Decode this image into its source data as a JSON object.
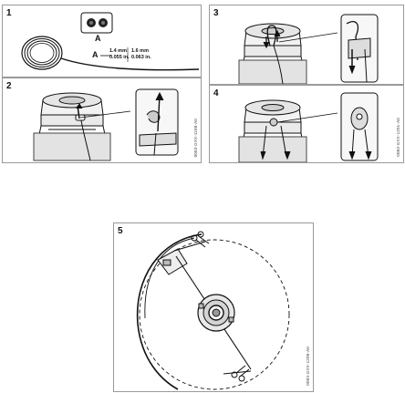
{
  "panels": [
    {
      "number": "1",
      "code": ""
    },
    {
      "number": "2",
      "code": "0083-GXX-1188-A0"
    },
    {
      "number": "3",
      "code": ""
    },
    {
      "number": "4",
      "code": "0083-GXX-1201-A0"
    },
    {
      "number": "5",
      "code": "0083-GXX-1208-A0"
    }
  ],
  "panel1": {
    "label_a_top": "A",
    "label_a_side": "A",
    "spec1_mm": "1.4 mm",
    "spec1_in": "0.055 in.",
    "spec2_mm": "1.6 mm",
    "spec2_in": "0.063 in."
  }
}
